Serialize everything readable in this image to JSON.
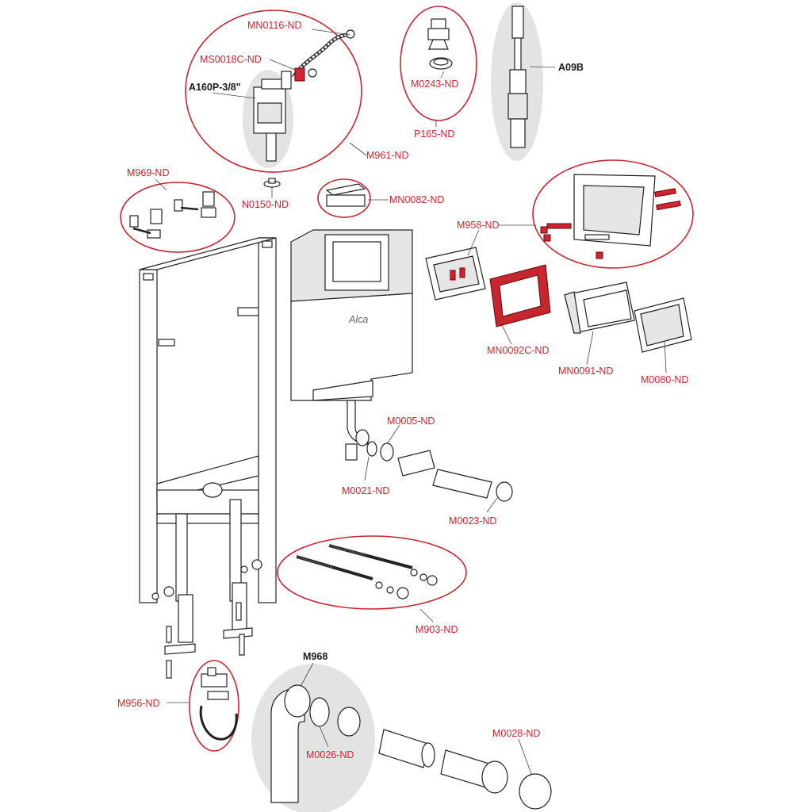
{
  "brand": "Alca",
  "colors": {
    "label_red": "#d6232d",
    "circle_red": "#c8262e",
    "highlight_grey": "#e3e3e3"
  },
  "labels": {
    "MN0116": "MN0116-ND",
    "MS0018C": "MS0018C-ND",
    "A160P": "A160P-3/8\"",
    "M961": "M961-ND",
    "M0243": "M0243-ND",
    "P165": "P165-ND",
    "A09B": "A09B",
    "M969": "M969-ND",
    "N0150": "N0150-ND",
    "MN0082": "MN0082-ND",
    "M958": "M958-ND",
    "MN0092C": "MN0092C-ND",
    "MN0091": "MN0091-ND",
    "M0080": "M0080-ND",
    "M0005": "M0005-ND",
    "M0021": "M0021-ND",
    "M0023": "M0023-ND",
    "M903": "M903-ND",
    "M968": "M968",
    "M956": "M956-ND",
    "M0026": "M0026-ND",
    "M0028": "M0028-ND"
  }
}
